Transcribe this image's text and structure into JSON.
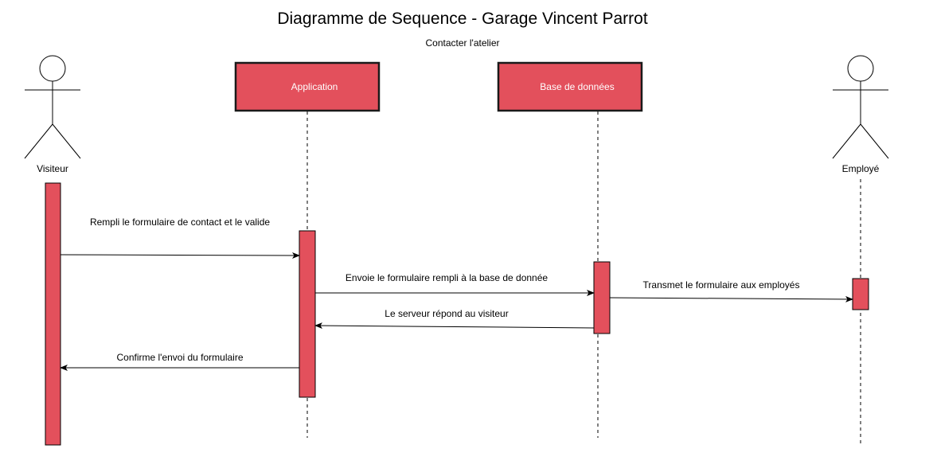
{
  "title": "Diagramme de Sequence - Garage Vincent Parrot",
  "subtitle": "Contacter l'atelier",
  "colors": {
    "participant_fill": "#e3505c",
    "participant_border": "#1a1a1a",
    "activation_fill": "#e3505c",
    "line": "#000000",
    "text": "#000000"
  },
  "actors": {
    "visitor": {
      "label": "Visiteur",
      "icon": "stick-figure-icon"
    },
    "employee": {
      "label": "Employé",
      "icon": "stick-figure-icon"
    }
  },
  "participants": {
    "application": {
      "label": "Application"
    },
    "database": {
      "label": "Base de données"
    }
  },
  "messages": [
    {
      "from": "Visiteur",
      "to": "Application",
      "label": "Rempli le formulaire de contact et le valide"
    },
    {
      "from": "Application",
      "to": "Base de données",
      "label": "Envoie le formulaire rempli à la base de donnée"
    },
    {
      "from": "Base de données",
      "to": "Employé",
      "label": "Transmet le formulaire aux employés"
    },
    {
      "from": "Base de données",
      "to": "Application",
      "label": "Le serveur répond au visiteur"
    },
    {
      "from": "Application",
      "to": "Visiteur",
      "label": "Confirme l'envoi du formulaire"
    }
  ]
}
